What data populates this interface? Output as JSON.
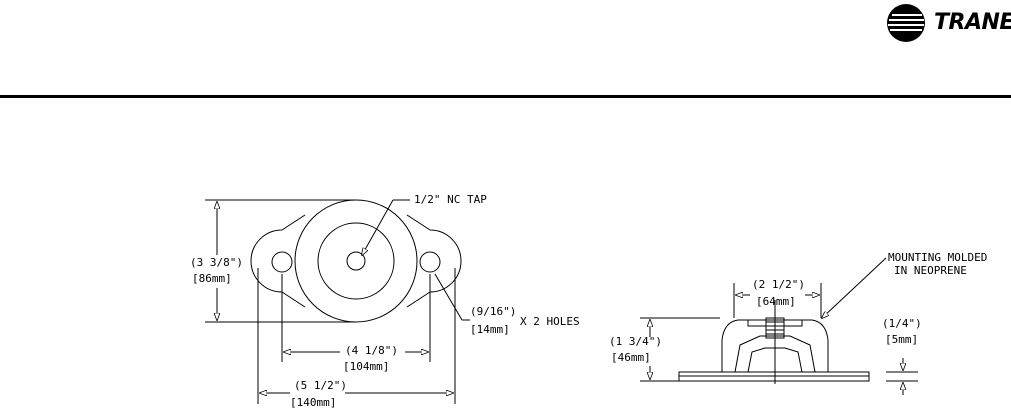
{
  "brand": {
    "name": "TRANE"
  },
  "top_view": {
    "tap_label": "1/2\" NC TAP",
    "height_in": "(3 3/8\")",
    "height_mm": "[86mm]",
    "hole_in": "(9/16\")",
    "hole_mm": "[14mm]",
    "hole_count": "X 2 HOLES",
    "hole_spacing_in": "(4 1/8\")",
    "hole_spacing_mm": "[104mm]",
    "width_in": "(5 1/2\")",
    "width_mm": "[140mm]"
  },
  "side_view": {
    "note_line1": "MOUNTING MOLDED",
    "note_line2": "IN NEOPRENE",
    "top_width_in": "(2 1/2\")",
    "top_width_mm": "[64mm]",
    "height_in": "(1 3/4\")",
    "height_mm": "[46mm]",
    "base_thk_in": "(1/4\")",
    "base_thk_mm": "[5mm]"
  }
}
